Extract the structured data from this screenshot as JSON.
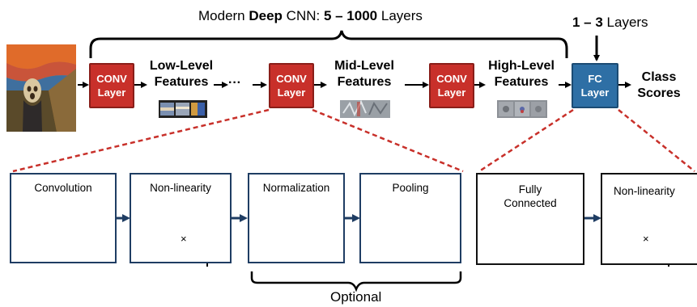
{
  "title": {
    "prefix": "Modern ",
    "bold1": "Deep",
    "middle": " CNN: ",
    "bold2": "5 – 1000",
    "suffix": " Layers"
  },
  "fc_count": {
    "bold": "1 – 3",
    "suffix": " Layers"
  },
  "pipeline": {
    "conv_line1": "CONV",
    "conv_line2": "Layer",
    "fc_line1": "FC",
    "fc_line2": "Layer",
    "low_level": [
      "Low-Level",
      "Features"
    ],
    "mid_level": [
      "Mid-Level",
      "Features"
    ],
    "high_level": [
      "High-Level",
      "Features"
    ],
    "ellipsis": "···",
    "class_scores": [
      "Class",
      "Scores"
    ]
  },
  "conv_stages": {
    "convolution": "Convolution",
    "nonlinearity": "Non-linearity",
    "normalization": "Normalization",
    "pooling": "Pooling",
    "times": "×"
  },
  "fc_stages": {
    "fully_connected": [
      "Fully",
      "Connected"
    ],
    "nonlinearity": "Non-linearity",
    "times": "×"
  },
  "optional": "Optional",
  "colors": {
    "conv_red": "#c8302a",
    "fc_blue": "#2e6fa5",
    "arrow_navy": "#1f3d63",
    "dash_red": "#c8302a"
  }
}
